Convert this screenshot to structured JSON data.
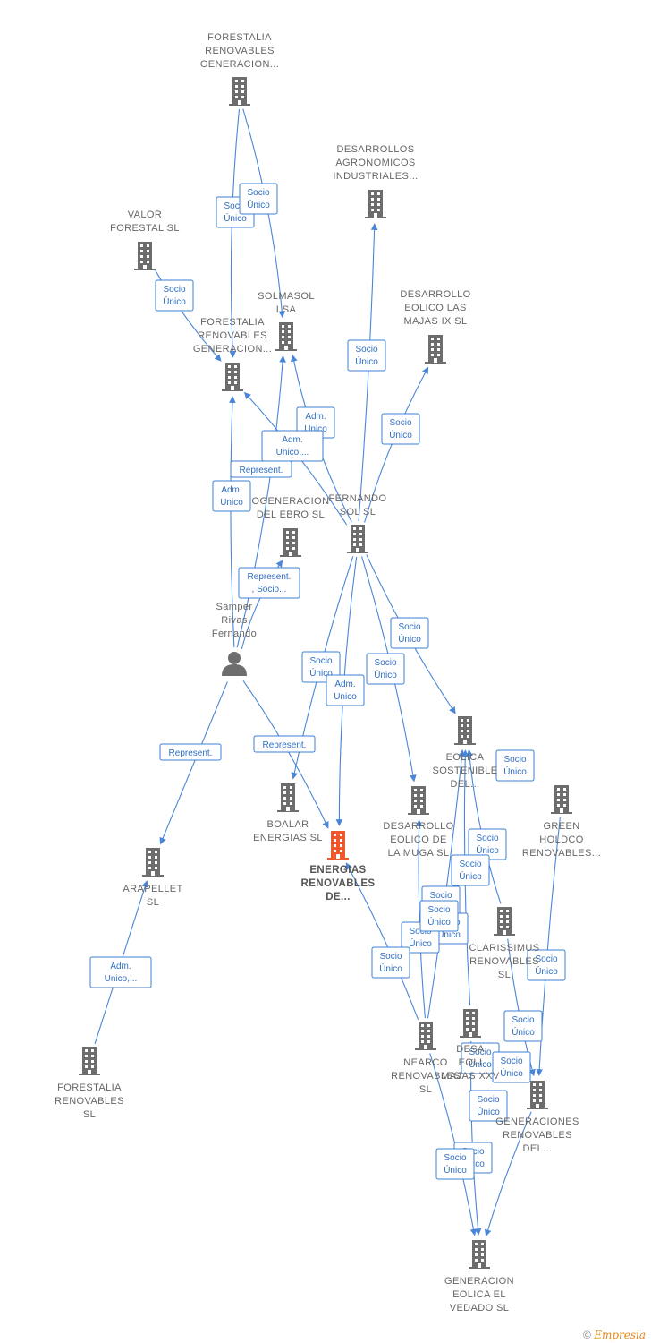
{
  "colors": {
    "edge": "#4a86d8",
    "building": "#6d6d6d",
    "highlight": "#f0572a",
    "badge_text": "#2f6fc2"
  },
  "nodes": [
    {
      "id": "forestalia_top",
      "type": "company",
      "lines": [
        "FORESTALIA",
        "RENOVABLES",
        "GENERACION..."
      ]
    },
    {
      "id": "desarrollos_agro",
      "type": "company",
      "lines": [
        "DESARROLLOS",
        "AGRONOMICOS",
        "INDUSTRIALES..."
      ]
    },
    {
      "id": "valor_forestal",
      "type": "company",
      "lines": [
        "VALOR",
        "FORESTAL SL"
      ]
    },
    {
      "id": "solmasol",
      "type": "company",
      "lines": [
        "SOLMASOL",
        "I SA"
      ]
    },
    {
      "id": "desarrollo_majas_ix",
      "type": "company",
      "lines": [
        "DESARROLLO",
        "EOLICO LAS",
        "MAJAS IX  SL"
      ]
    },
    {
      "id": "forestalia_mid",
      "type": "company",
      "lines": [
        "FORESTALIA",
        "RENOVABLES",
        "GENERACION..."
      ]
    },
    {
      "id": "cogeneracion",
      "type": "company",
      "lines": [
        "OGENERACION",
        "DEL EBRO  SL"
      ]
    },
    {
      "id": "fernando_sol",
      "type": "company",
      "lines": [
        "FERNANDO",
        "SOL SL"
      ]
    },
    {
      "id": "samper",
      "type": "person",
      "lines": [
        "Samper",
        "Rivas",
        "Fernando"
      ]
    },
    {
      "id": "eolica_sostenible",
      "type": "company",
      "lines": [
        "EOLICA",
        "SOSTENIBLE",
        "DEL..."
      ]
    },
    {
      "id": "green_holdco",
      "type": "company",
      "lines": [
        "GREEN",
        "HOLDCO",
        "RENOVABLES..."
      ]
    },
    {
      "id": "boalar",
      "type": "company",
      "lines": [
        "BOALAR",
        "ENERGIAS  SL"
      ]
    },
    {
      "id": "desarrollo_muga",
      "type": "company",
      "lines": [
        "DESARROLLO",
        "EOLICO DE",
        "LA MUGA SL"
      ]
    },
    {
      "id": "energias_renovables",
      "type": "company",
      "highlight": true,
      "lines": [
        "ENERGIAS",
        "RENOVABLES",
        "DE..."
      ]
    },
    {
      "id": "arapellet",
      "type": "company",
      "lines": [
        "ARAPELLET",
        "SL"
      ]
    },
    {
      "id": "clarissimus",
      "type": "company",
      "lines": [
        "CLARISSIMUS",
        "RENOVABLES",
        "SL"
      ]
    },
    {
      "id": "nearco",
      "type": "company",
      "lines": [
        "NEARCO",
        "RENOVABLES",
        "SL"
      ]
    },
    {
      "id": "desa_majas_xxv",
      "type": "company",
      "lines": [
        "DESA",
        "EOLI",
        "MAJAS XXV"
      ]
    },
    {
      "id": "generaciones_renovables",
      "type": "company",
      "lines": [
        "GENERACIONES",
        "RENOVABLES",
        "DEL..."
      ]
    },
    {
      "id": "forestalia_renovables_sl",
      "type": "company",
      "lines": [
        "FORESTALIA",
        "RENOVABLES",
        "SL"
      ]
    },
    {
      "id": "generacion_vedado",
      "type": "company",
      "lines": [
        "GENERACION",
        "EOLICA EL",
        "VEDADO SL"
      ]
    }
  ],
  "edges": [
    {
      "from": "forestalia_top",
      "to": "forestalia_mid"
    },
    {
      "from": "forestalia_top",
      "to": "solmasol"
    },
    {
      "from": "valor_forestal",
      "to": "forestalia_mid"
    },
    {
      "from": "fernando_sol",
      "to": "desarrollos_agro"
    },
    {
      "from": "fernando_sol",
      "to": "desarrollo_majas_ix"
    },
    {
      "from": "fernando_sol",
      "to": "solmasol"
    },
    {
      "from": "fernando_sol",
      "to": "forestalia_mid"
    },
    {
      "from": "samper",
      "to": "forestalia_mid"
    },
    {
      "from": "samper",
      "to": "solmasol"
    },
    {
      "from": "samper",
      "to": "cogeneracion"
    },
    {
      "from": "fernando_sol",
      "to": "boalar"
    },
    {
      "from": "fernando_sol",
      "to": "energias_renovables"
    },
    {
      "from": "fernando_sol",
      "to": "desarrollo_muga"
    },
    {
      "from": "fernando_sol",
      "to": "eolica_sostenible"
    },
    {
      "from": "samper",
      "to": "arapellet"
    },
    {
      "from": "samper",
      "to": "energias_renovables"
    },
    {
      "from": "forestalia_renovables_sl",
      "to": "arapellet"
    },
    {
      "from": "nearco",
      "to": "energias_renovables"
    },
    {
      "from": "nearco",
      "to": "desarrollo_muga"
    },
    {
      "from": "nearco",
      "to": "eolica_sostenible"
    },
    {
      "from": "desa_majas_xxv",
      "to": "eolica_sostenible"
    },
    {
      "from": "clarissimus",
      "to": "eolica_sostenible"
    },
    {
      "from": "green_holdco",
      "to": "generaciones_renovables"
    },
    {
      "from": "clarissimus",
      "to": "generaciones_renovables"
    },
    {
      "from": "nearco",
      "to": "generacion_vedado"
    },
    {
      "from": "desa_majas_xxv",
      "to": "generacion_vedado"
    },
    {
      "from": "generaciones_renovables",
      "to": "generacion_vedado"
    }
  ],
  "badges": [
    {
      "lines": [
        "Socio",
        "Único"
      ]
    },
    {
      "lines": [
        "Socio",
        "Único"
      ]
    },
    {
      "lines": [
        "Socio",
        "Único"
      ]
    },
    {
      "lines": [
        "Socio",
        "Único"
      ]
    },
    {
      "lines": [
        "Socio",
        "Único"
      ]
    },
    {
      "lines": [
        "Adm.",
        "Unico"
      ]
    },
    {
      "lines": [
        "Adm.",
        "Unico,..."
      ]
    },
    {
      "lines": [
        "Represent."
      ]
    },
    {
      "lines": [
        "Adm.",
        "Unico"
      ]
    },
    {
      "lines": [
        "Represent.",
        ", Socio..."
      ]
    },
    {
      "lines": [
        "Socio",
        "Único"
      ]
    },
    {
      "lines": [
        "Socio",
        "Único"
      ]
    },
    {
      "lines": [
        "Adm.",
        "Unico"
      ]
    },
    {
      "lines": [
        "Socio",
        "Único"
      ]
    },
    {
      "lines": [
        "Represent."
      ]
    },
    {
      "lines": [
        "Represent."
      ]
    },
    {
      "lines": [
        "Socio",
        "Único"
      ]
    },
    {
      "lines": [
        "Socio",
        "Único"
      ]
    },
    {
      "lines": [
        "Socio",
        "Único"
      ]
    },
    {
      "lines": [
        "Socio",
        "Único"
      ]
    },
    {
      "lines": [
        "Socio",
        "Único"
      ]
    },
    {
      "lines": [
        "Socio",
        "Único"
      ]
    },
    {
      "lines": [
        "Socio",
        "Único"
      ]
    },
    {
      "lines": [
        "Socio",
        "Único"
      ]
    },
    {
      "lines": [
        "Socio",
        "Único"
      ]
    },
    {
      "lines": [
        "Socio",
        "Único"
      ]
    },
    {
      "lines": [
        "Adm.",
        "Unico,..."
      ]
    },
    {
      "lines": [
        "Socio",
        "Único"
      ]
    },
    {
      "lines": [
        "Socio",
        "Único"
      ]
    },
    {
      "lines": [
        "Socio",
        "Único"
      ]
    },
    {
      "lines": [
        "Socio",
        "Único"
      ]
    },
    {
      "lines": [
        "Socio",
        "Único"
      ]
    }
  ],
  "footer": {
    "copyright": "©",
    "brand": "Empresia"
  }
}
